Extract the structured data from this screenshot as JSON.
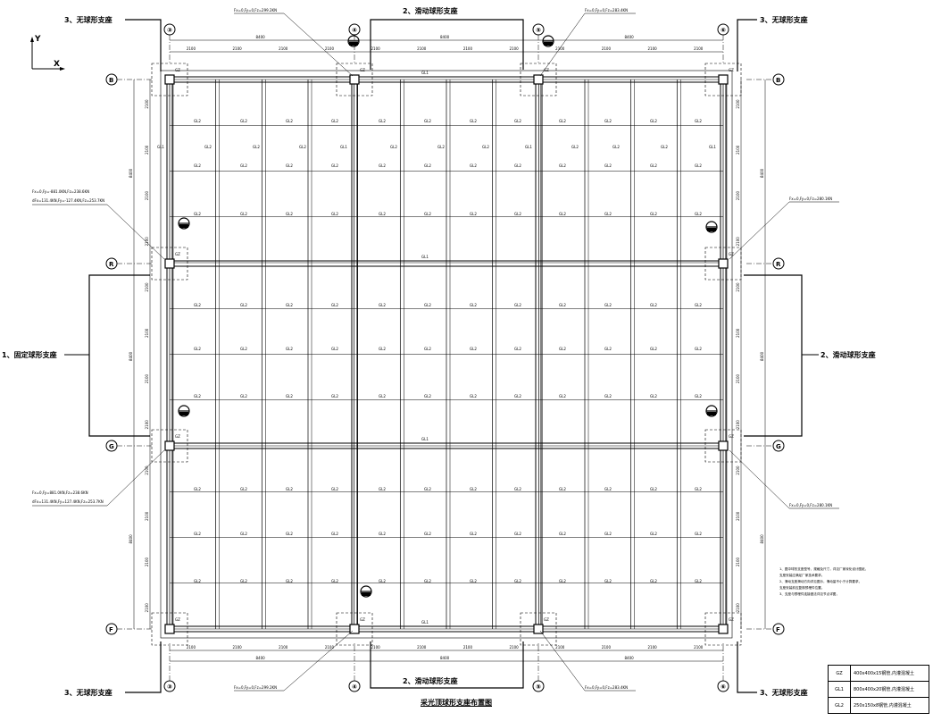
{
  "drawing": {
    "title": "采光顶球形支座布置图",
    "axes_x": [
      "③",
      "④",
      "⑤",
      "⑥"
    ],
    "axes_y": [
      "B",
      "R",
      "G",
      "F"
    ],
    "axis_marks": {
      "up": "Y",
      "right": "X"
    },
    "bay_dimension": "8400",
    "sub_dimension": "2100",
    "support_types": {
      "fixed": "1、固定球形支座",
      "sliding": "2、滑动球形支座",
      "free": "3、无球形支座"
    },
    "member_labels": {
      "column": "GZ",
      "main_beam": "GL1",
      "secondary_beam": "GL2"
    },
    "force_annotations": {
      "top_left": "Fx=0,Fy=0,Fz=299.2KN",
      "top_right": "Fx=0,Fy=0,Fz=283.4KN",
      "bottom_left": "Fx=0,Fy=0,Fz=299.2KN",
      "bottom_right": "Fx=0,Fy=0,Fz=283.4KN",
      "right_upper": "Fx=0,Fy=0,Fz=280.1KN",
      "right_lower": "Fx=0,Fy=0,Fz=280.1KN",
      "left_upper_1": "Fx=0,Fy=-881.0KN,Fz=238.6KN",
      "left_upper_2": "dFx=131.4KN,Fy=-127.4KN,Fz=253.7KN",
      "left_lower_1": "Fx=0,Fy=881.0KN,Fz=238.6KN",
      "left_lower_2": "dFx=131.4KN,Fy=127.4KN,Fz=253.7KN"
    },
    "notes": [
      "1、图中球形支座型号、规格及尺寸，详见厂家深化设计图纸，",
      "   支座安装应满足厂家技术要求。",
      "2、滑动支座滑动方向详见图示，滑动量不小于计算要求，",
      "   支座安装前应复核预埋件位置。",
      "3、支座与预埋件连接做法详见节点详图，"
    ],
    "legend": [
      {
        "key": "GZ",
        "value": "400x400x15钢管,内灌混凝土"
      },
      {
        "key": "GL1",
        "value": "800x400x20钢管,内灌混凝土"
      },
      {
        "key": "GL2",
        "value": "250x150x8钢管,内灌混凝土"
      }
    ]
  }
}
